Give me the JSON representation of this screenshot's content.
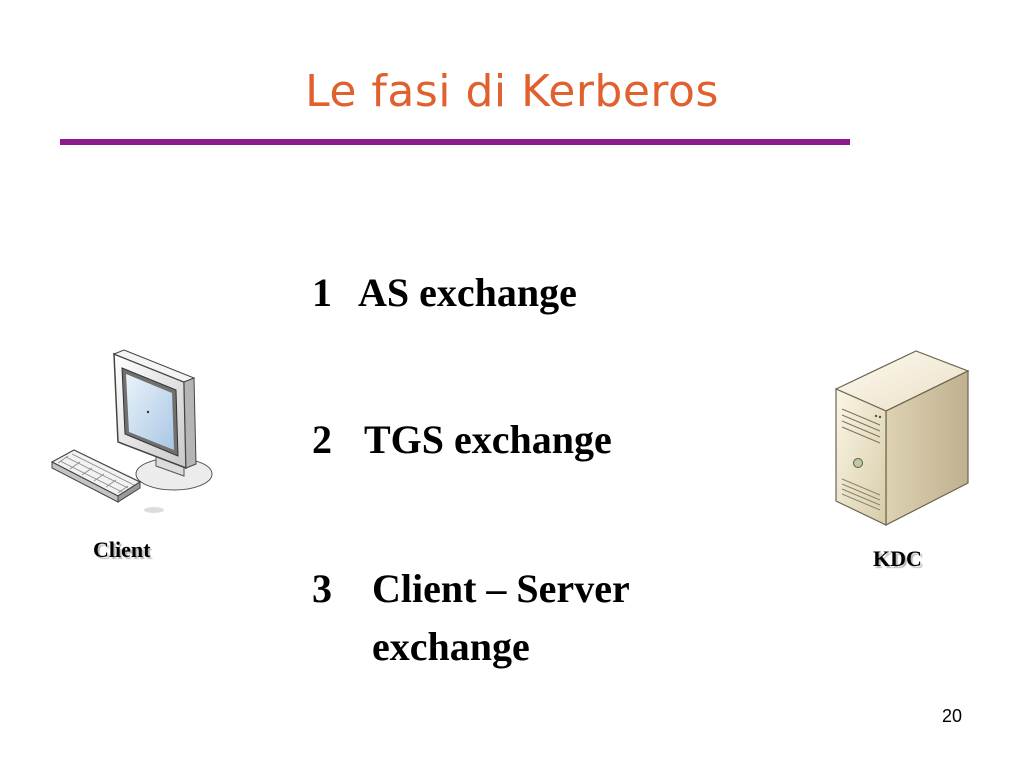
{
  "slide": {
    "title": "Le fasi di Kerberos",
    "steps": [
      {
        "number": "1",
        "label": "AS exchange"
      },
      {
        "number": "2",
        "label": "TGS exchange"
      },
      {
        "number": "3",
        "label": "Client – Server exchange"
      }
    ],
    "client": {
      "label": "Client",
      "icon": "computer-icon"
    },
    "kdc": {
      "label": "KDC",
      "icon": "server-icon"
    },
    "page_number": "20"
  },
  "colors": {
    "title": "#e0602e",
    "rule": "#8c1a8c",
    "text": "#000000"
  }
}
